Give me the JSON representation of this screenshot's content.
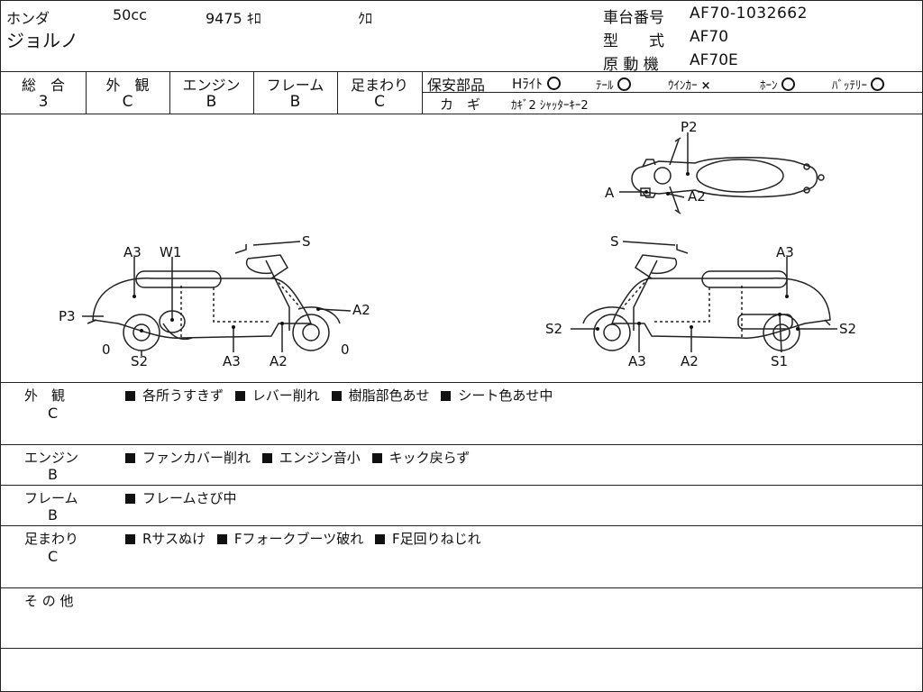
{
  "header": {
    "maker": "ホンダ",
    "displacement": "50cc",
    "mileage": "9475 ｷﾛ",
    "color": "ｸﾛ",
    "model_name": "ジョルノ",
    "frame_no_label": "車台番号",
    "frame_no": "AF70-1032662",
    "type_label": "型　　式",
    "type_value": "AF70",
    "engine_label": "原 動 機",
    "engine_value": "AF70E"
  },
  "grades": {
    "overall_label": "総　合",
    "overall_value": "3",
    "exterior_label": "外　観",
    "exterior_value": "C",
    "engine_label": "エンジン",
    "engine_value": "B",
    "frame_label": "フレーム",
    "frame_value": "B",
    "suspension_label": "足まわり",
    "suspension_value": "C"
  },
  "safety": {
    "label": "保安部品",
    "headlight": "Hﾗｲﾄ",
    "tail": "ﾃｰﾙ",
    "winker": "ｳｲﾝｶｰ",
    "winker_mark": "×",
    "horn": "ﾎｰﾝ",
    "battery": "ﾊﾞｯﾃﾘｰ",
    "key_label": "カ　ギ",
    "key_value": "ｶｷﾞ2 ｼｬｯﾀｰｷｰ2"
  },
  "diagram_labels": {
    "top_p2": "P2",
    "top_a": "A",
    "top_a2": "A2",
    "left_s": "S",
    "left_a3": "A3",
    "left_w1": "W1",
    "left_p3": "P3",
    "left_a2_front": "A2",
    "left_zero_rear": "0",
    "left_s2": "S2",
    "left_a3_bottom": "A3",
    "left_a2_bottom": "A2",
    "left_zero_front": "0",
    "right_s": "S",
    "right_a3": "A3",
    "right_s2_front": "S2",
    "right_s2_rear": "S2",
    "right_a3_bottom": "A3",
    "right_a2_bottom": "A2",
    "right_s1": "S1"
  },
  "notes": [
    {
      "label": "外　観",
      "grade": "C",
      "items": [
        "各所うすきず",
        "レバー削れ",
        "樹脂部色あせ",
        "シート色あせ中"
      ]
    },
    {
      "label": "エンジン",
      "grade": "B",
      "items": [
        "ファンカバー削れ",
        "エンジン音小",
        "キック戻らず"
      ]
    },
    {
      "label": "フレーム",
      "grade": "B",
      "items": [
        "フレームさび中"
      ]
    },
    {
      "label": "足まわり",
      "grade": "C",
      "items": [
        "Rサスぬけ",
        "Fフォークブーツ破れ",
        "F足回りねじれ"
      ]
    },
    {
      "label": "そ の 他",
      "grade": "",
      "items": []
    }
  ]
}
